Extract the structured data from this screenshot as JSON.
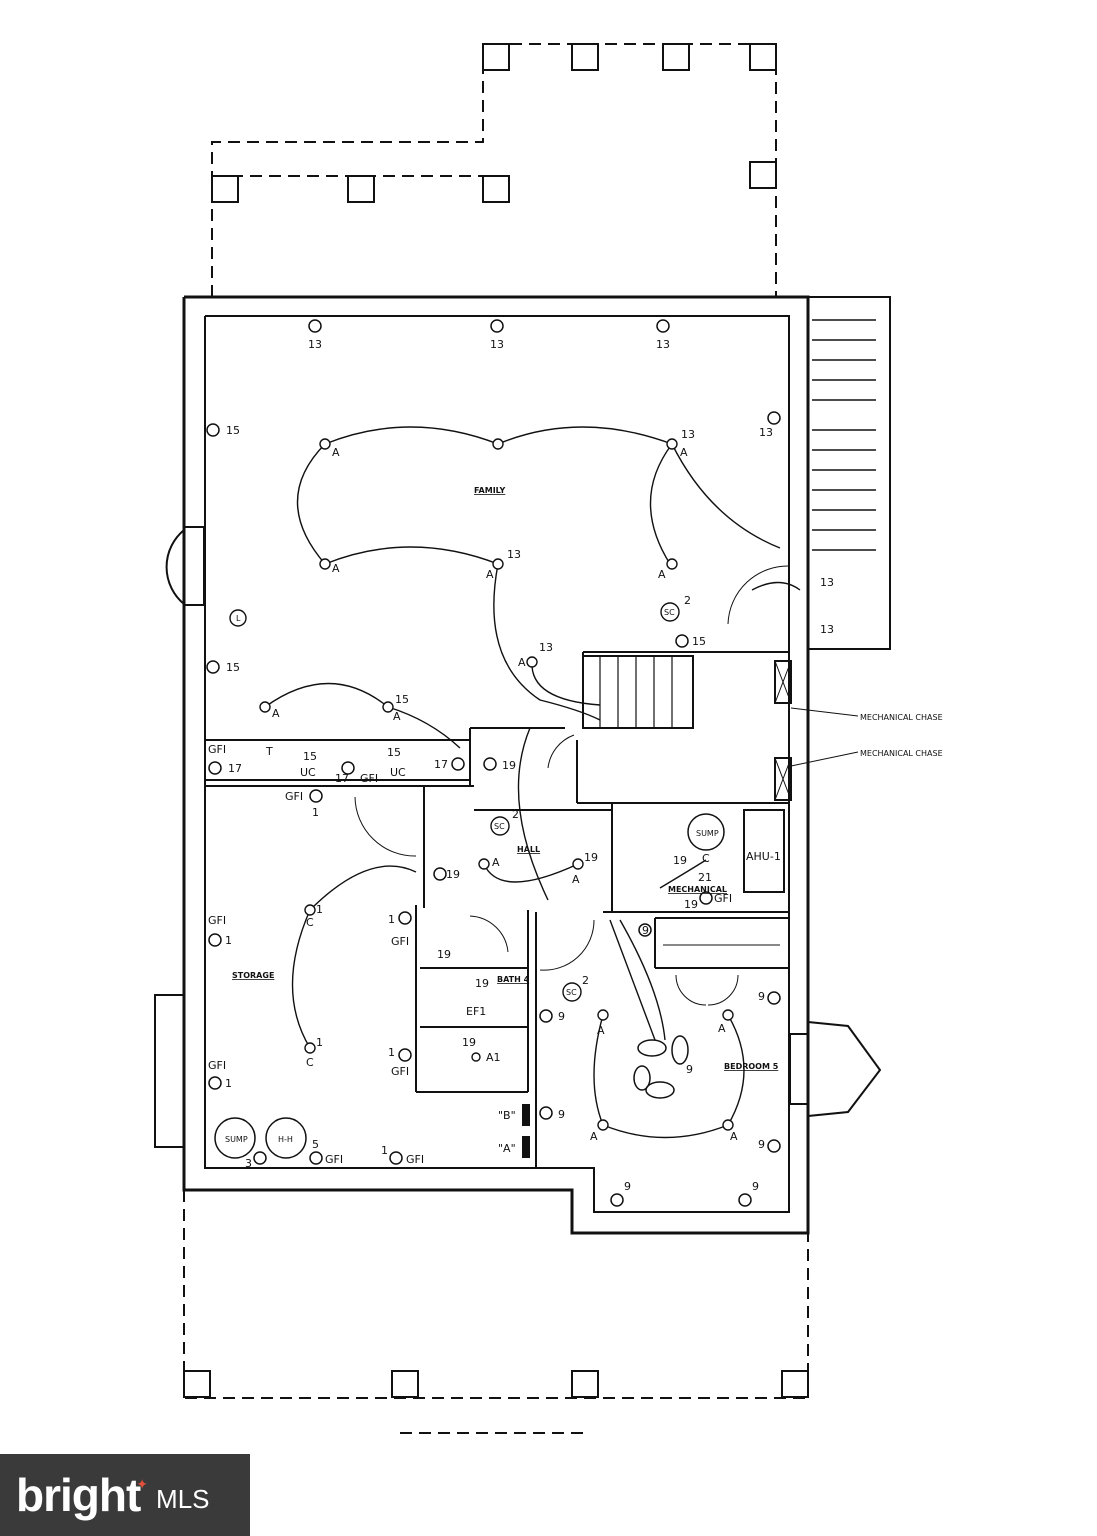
{
  "rooms": {
    "family": "FAMILY",
    "storage": "STORAGE",
    "hall": "HALL",
    "bedroom": "BEDROOM 5",
    "bath": "BATH 4",
    "mechanical": "MECHANICAL"
  },
  "notes": {
    "chase_1": "MECHANICAL CHASE",
    "chase_2": "MECHANICAL CHASE",
    "ahu": "AHU-1",
    "sump": "SUMP",
    "hh": "H-H",
    "ef": "EF1",
    "a1": "A1",
    "panel_b": "\"B\"",
    "panel_a": "\"A\"",
    "sc": "SC",
    "uc": "UC",
    "gfi": "GFI",
    "fixture_a": "A",
    "fixture_c": "C",
    "thermostat": "T",
    "light": "L"
  },
  "circuits": {
    "c1": "1",
    "c2": "2",
    "c3": "3",
    "c5": "5",
    "c9": "9",
    "c13": "13",
    "c15": "15",
    "c17": "17",
    "c19": "19",
    "c21": "21"
  },
  "watermark": {
    "brand": "bright",
    "suffix": "MLS"
  }
}
